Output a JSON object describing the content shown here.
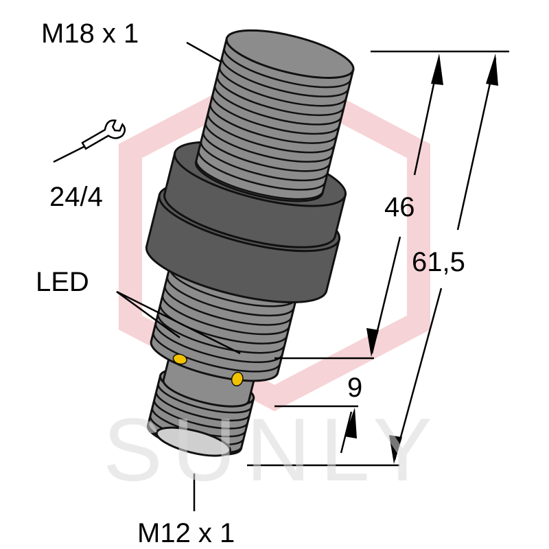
{
  "drawing": {
    "labels": {
      "thread_top": "M18 x 1",
      "wrench_size": "24/4",
      "led": "LED",
      "dim_46": "46",
      "dim_61_5": "61,5",
      "dim_9": "9",
      "thread_bottom": "M12 x 1"
    },
    "icons": [
      "wrench-icon",
      "led-indicator-icon"
    ],
    "colors": {
      "body": "#8c8c8c",
      "body_dark": "#5a5a5a",
      "outline": "#111111",
      "led": "#f2c200",
      "watermark_shape": "#f4c8cc",
      "watermark_text": "#ececec"
    }
  },
  "watermark": {
    "text": "SUNLY"
  }
}
